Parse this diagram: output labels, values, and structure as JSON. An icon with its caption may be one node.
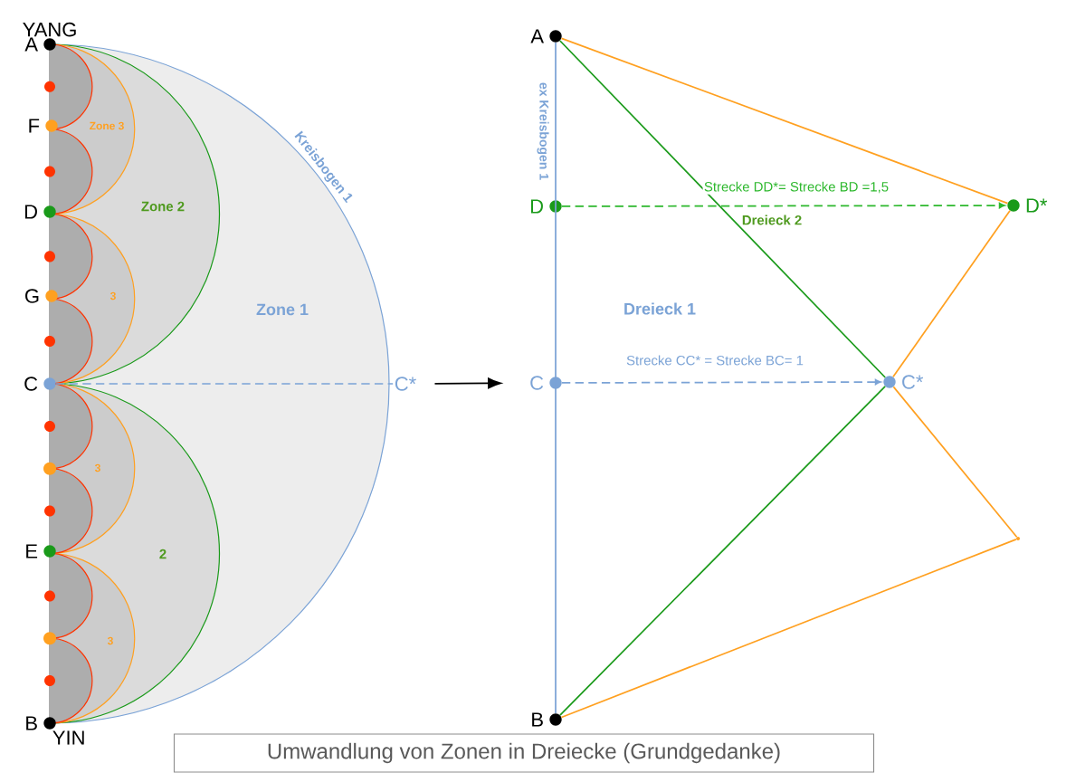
{
  "diagram": {
    "caption": "Umwandlung von Zonen in Dreiecke (Grundgedanke)",
    "nodes": [
      {
        "text": [
          "A"
        ],
        "beside": [
          "YANG"
        ]
      },
      {
        "text": [
          "F"
        ]
      },
      {
        "text": [
          "D"
        ]
      },
      {
        "text": [
          "G"
        ]
      },
      {
        "text": [
          "C"
        ]
      },
      {
        "text": [
          "E"
        ]
      },
      {
        "text": [
          "B"
        ],
        "beside": [
          "YIN"
        ]
      },
      {
        "text": [
          "C*"
        ]
      },
      {
        "text": [
          "A"
        ]
      },
      {
        "text": [
          "D"
        ]
      },
      {
        "text": [
          "C"
        ]
      },
      {
        "text": [
          "B"
        ]
      },
      {
        "text": [
          "C*"
        ]
      },
      {
        "text": [
          "D*"
        ]
      },
      {
        "text": [],
        "shape": "point"
      }
    ],
    "edges": [
      {
        "from": 4,
        "to": 7,
        "arrow": "none",
        "style": "dashed",
        "color": "#7ba3d6"
      },
      {
        "from": 7,
        "to": 10,
        "arrow": "to",
        "color": "#000000"
      },
      {
        "from": 8,
        "to": 11,
        "arrow": "none",
        "label": "ex Kreisbogen 1",
        "color": "#7ba3d6"
      },
      {
        "from": 8,
        "to": 13,
        "arrow": "none",
        "color": "#ffa020"
      },
      {
        "from": 13,
        "to": 12,
        "arrow": "none",
        "color": "#ffa020"
      },
      {
        "from": 12,
        "to": 14,
        "arrow": "none",
        "color": "#ffa020"
      },
      {
        "from": 14,
        "to": 11,
        "arrow": "none",
        "color": "#ffa020"
      },
      {
        "from": 8,
        "to": 12,
        "arrow": "none",
        "color": "#1a9a1a"
      },
      {
        "from": 12,
        "to": 11,
        "arrow": "none",
        "color": "#1a9a1a"
      },
      {
        "from": 9,
        "to": 13,
        "arrow": "to",
        "style": "dashed",
        "label": "Strecke DD*= Strecke BD =1,5",
        "color": "#2db82d"
      },
      {
        "from": 10,
        "to": 12,
        "arrow": "to",
        "style": "dashed",
        "label": "Strecke CC* = Strecke BC= 1",
        "color": "#7ba3d6"
      }
    ],
    "labels": [
      "Kreisbogen 1",
      "Zone 3",
      "Zone 2",
      "3",
      "Zone 1",
      "3",
      "2",
      "3",
      "Dreieck 2",
      "Dreieck 1"
    ]
  }
}
